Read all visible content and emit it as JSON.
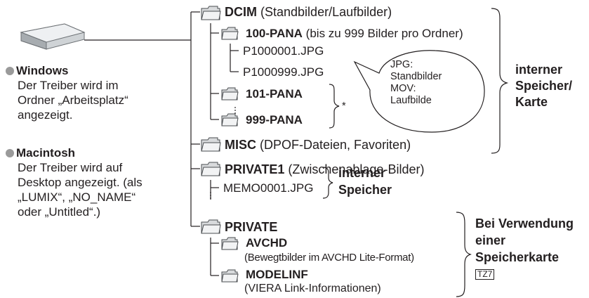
{
  "os": {
    "windows": {
      "title": "Windows",
      "lines": [
        "Der Treiber wird im",
        "Ordner „Arbeitsplatz“",
        "angezeigt."
      ]
    },
    "mac": {
      "title": "Macintosh",
      "lines": [
        "Der Treiber wird auf",
        "Desktop angezeigt. (als",
        "„LUMIX“, „NO_NAME“",
        "oder „Untitled“.)"
      ]
    }
  },
  "tree": {
    "dcim": {
      "name": "DCIM",
      "desc": "(Standbilder/Laufbilder)"
    },
    "pana100": {
      "name": "100-PANA",
      "desc": "(bis zu 999 Bilder pro Ordner)"
    },
    "file_first": "P1000001.JPG",
    "file_last": "P1000999.JPG",
    "pana101": {
      "name": "101-PANA"
    },
    "pana999": {
      "name": "999-PANA"
    },
    "asterisk": "*",
    "misc": {
      "name": "MISC",
      "desc": "(DPOF-Dateien, Favoriten)"
    },
    "private1": {
      "name": "PRIVATE1",
      "desc": "(Zwischenablage-Bilder)"
    },
    "memo_file": "MEMO0001.JPG",
    "private": {
      "name": "PRIVATE"
    },
    "avchd": {
      "name": "AVCHD",
      "desc": "(Bewegtbilder im AVCHD Lite-Format)"
    },
    "modelinf": {
      "name": "MODELINF",
      "desc": "(VIERA Link-Informationen)"
    }
  },
  "bubble": {
    "lines": [
      "JPG:",
      "Standbilder",
      "MOV:",
      "Laufbilde"
    ]
  },
  "storage": {
    "internal_card": [
      "interner",
      "Speicher/",
      "Karte"
    ],
    "internal": [
      "interner",
      "Speicher"
    ],
    "card": [
      "Bei Verwendung",
      "einer",
      "Speicherkarte"
    ],
    "card_model": "TZ7"
  }
}
